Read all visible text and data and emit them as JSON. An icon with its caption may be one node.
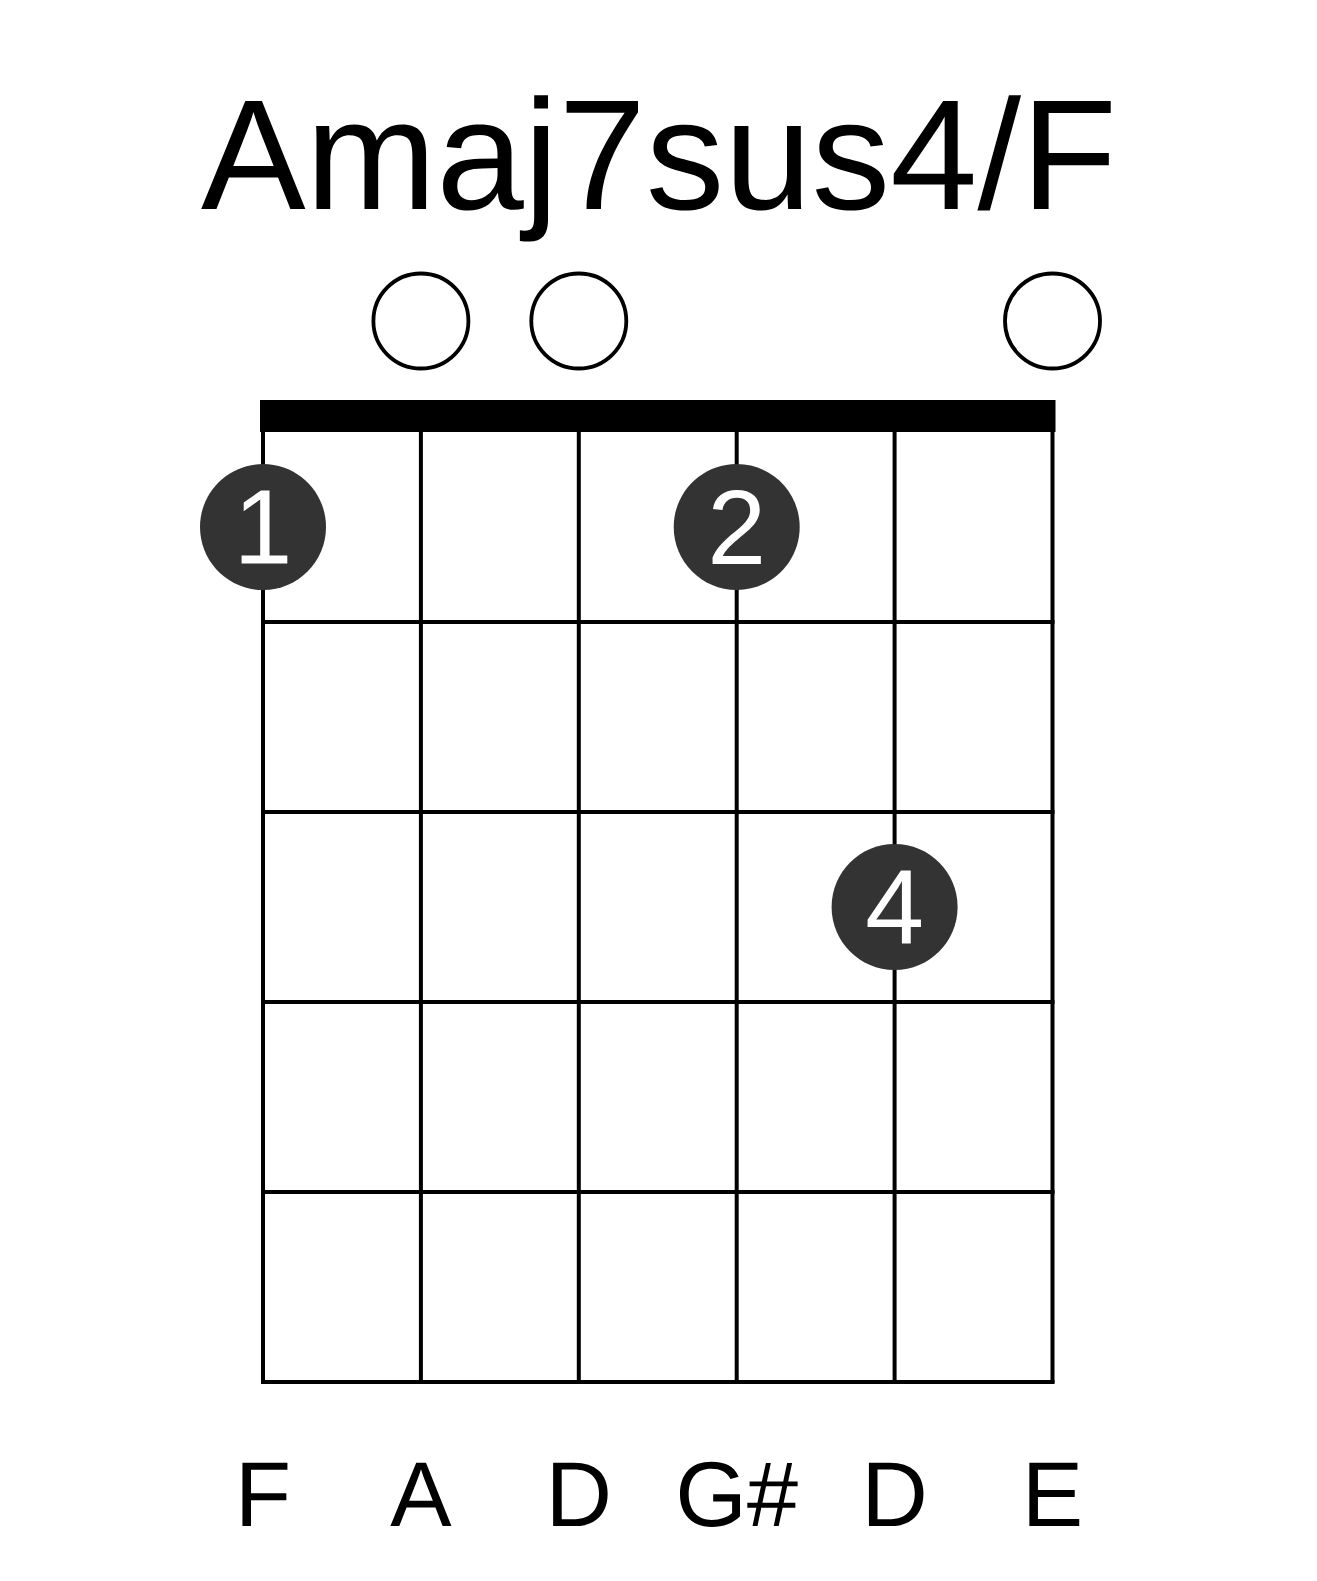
{
  "diagram": {
    "title": "Amaj7sus4/F",
    "nodes": [
      {
        "text": [],
        "shape": "circle"
      },
      {
        "text": [],
        "shape": "circle"
      },
      {
        "text": [],
        "shape": "circle"
      },
      {
        "text": [
          "1"
        ]
      },
      {
        "text": [
          "2"
        ]
      },
      {
        "text": [
          "4"
        ]
      }
    ],
    "labels": [
      "F",
      "A",
      "D",
      "G#",
      "D",
      "E"
    ]
  }
}
